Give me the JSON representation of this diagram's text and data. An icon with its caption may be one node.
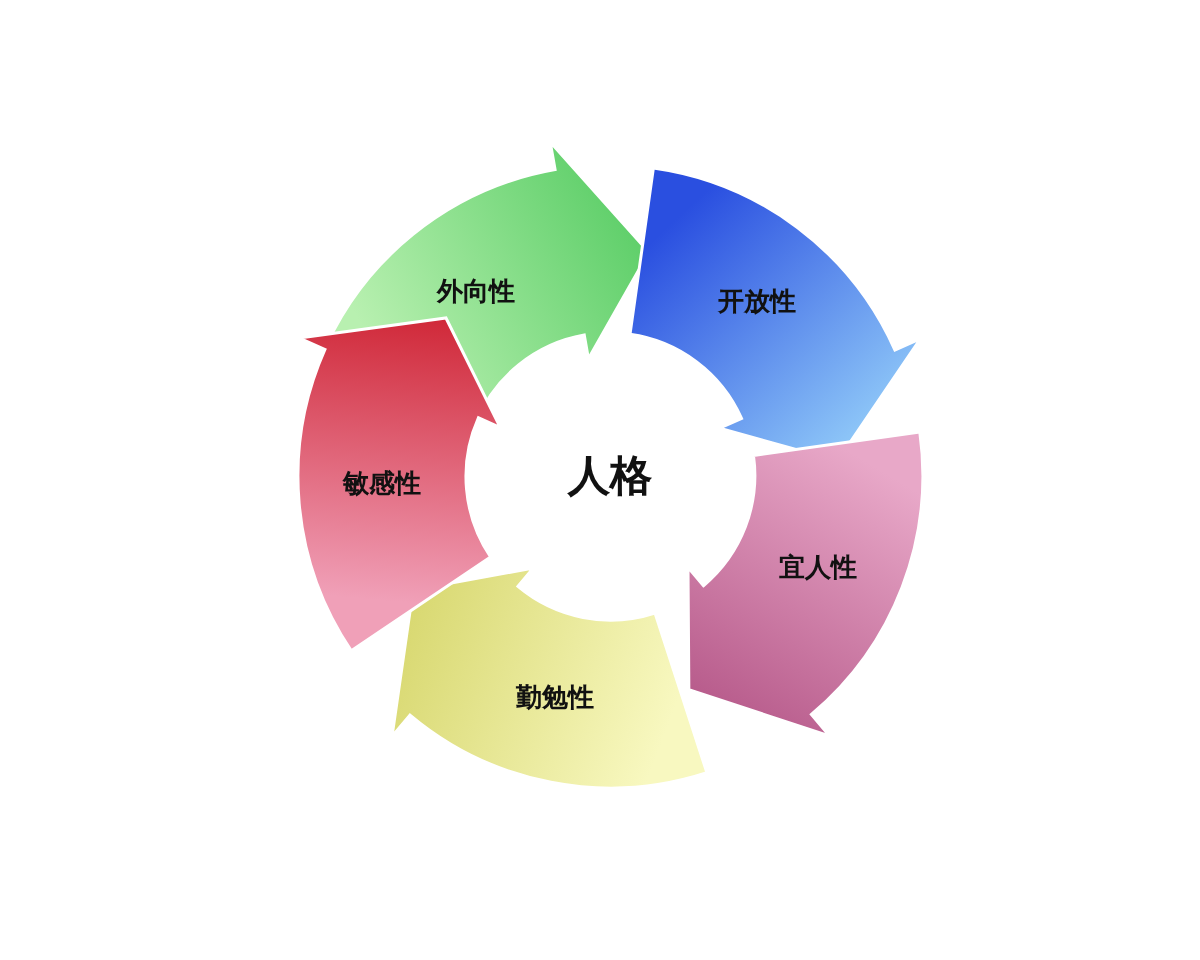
{
  "diagram": {
    "nodes": [
      {
        "text": [
          "外向性"
        ]
      },
      {
        "text": [
          "开放性"
        ]
      },
      {
        "text": [
          "宜人性"
        ]
      },
      {
        "text": [
          "勤勉性"
        ]
      },
      {
        "text": [
          "敏感性"
        ]
      },
      {
        "text": [
          "人格"
        ]
      }
    ]
  }
}
